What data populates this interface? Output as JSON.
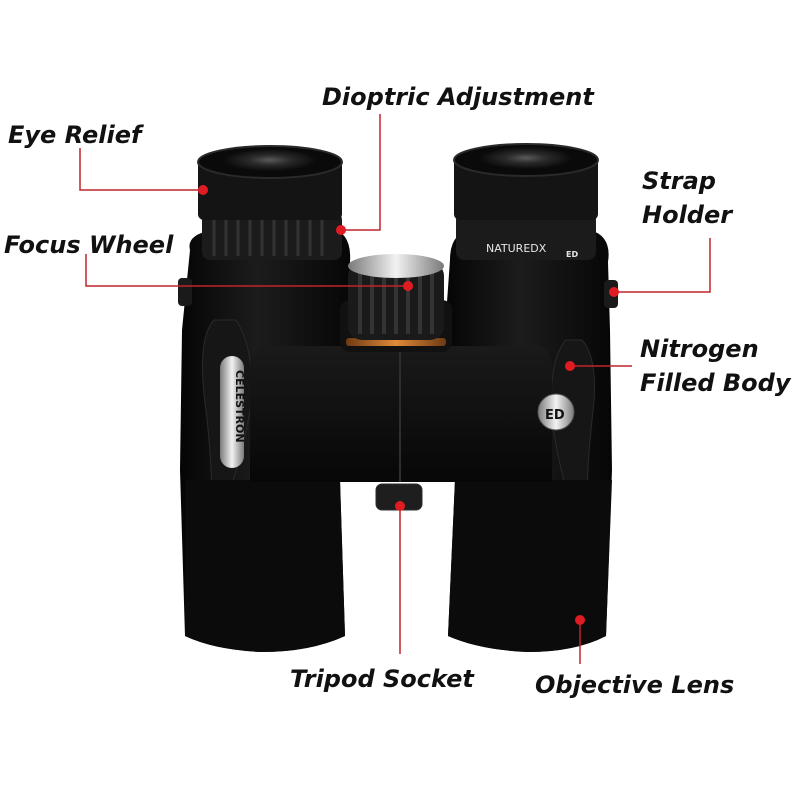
{
  "callouts": {
    "eye_relief": "Eye Relief",
    "dioptric_adjustment": "Dioptric Adjustment",
    "focus_wheel": "Focus Wheel",
    "strap_holder": [
      "Strap",
      "Holder"
    ],
    "nitrogen_filled_body": [
      "Nitrogen",
      "Filled Body"
    ],
    "tripod_socket": "Tripod Socket",
    "objective_lens": "Objective Lens"
  },
  "product": {
    "brand_badge": "CELESTRON",
    "model_badge": "NATUREDX",
    "model_suffix": "ED",
    "ed_badge": "ED"
  },
  "colors": {
    "leader_line": "#c2222b",
    "marker_dot": "#e11b22",
    "body": "#0e0e0e",
    "focus_ring_accent": "#c8702a",
    "label_text": "#111111"
  }
}
